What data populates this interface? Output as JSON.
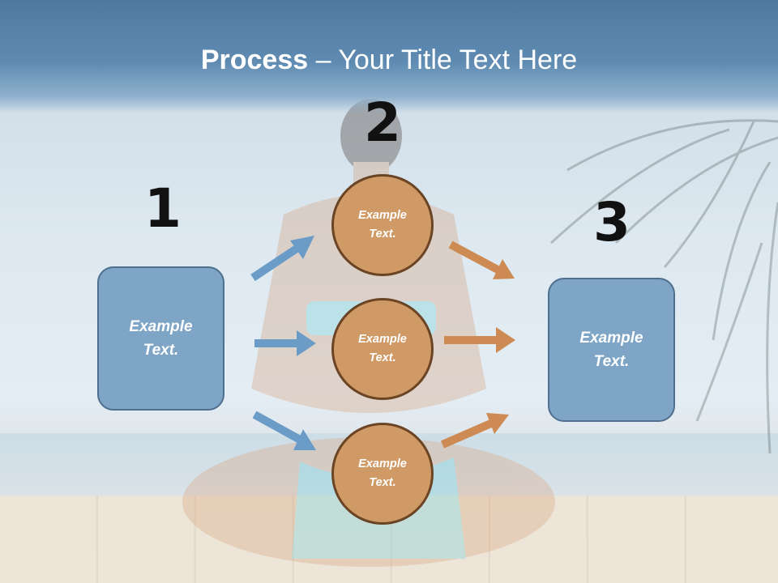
{
  "slide": {
    "title_bold": "Process",
    "title_rest": " – Your Title Text Here"
  },
  "steps": {
    "left_number": "1",
    "middle_number": "2",
    "right_number": "3"
  },
  "left_box": {
    "text": "Example Text."
  },
  "right_box": {
    "text": "Example Text."
  },
  "circles": [
    {
      "text": "Example Text."
    },
    {
      "text": "Example Text."
    },
    {
      "text": "Example Text."
    }
  ],
  "colors": {
    "header": "#5b87ae",
    "box_fill": "#7ea5c6",
    "box_border": "#4f6f8e",
    "circle_fill": "#cf9a66",
    "circle_border": "#6b4424",
    "arrow_blue": "#6b9cc8",
    "arrow_orange": "#cd8a52"
  }
}
